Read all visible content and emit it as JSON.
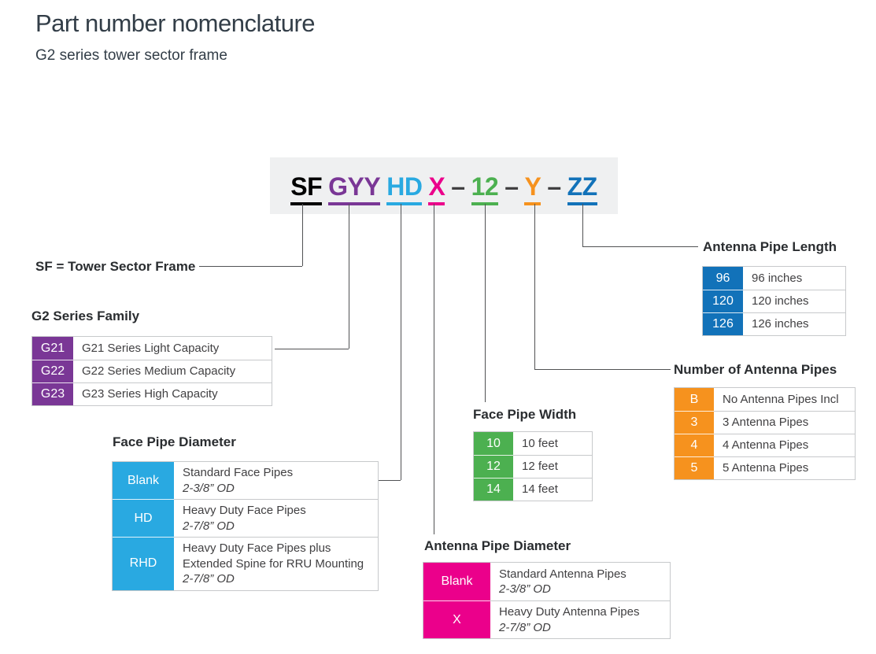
{
  "page": {
    "title": "Part number nomenclature",
    "subtitle": "G2 series tower sector frame"
  },
  "part_number": {
    "segments": [
      {
        "text": "SF",
        "color": "#000000",
        "underline": true
      },
      {
        "text": "GYY",
        "color": "#7A3796",
        "underline": true
      },
      {
        "text": "HD",
        "color": "#29A9E1",
        "underline": true
      },
      {
        "text": "X",
        "color": "#EB008B",
        "underline": true
      },
      {
        "text": "–",
        "color": "#414042",
        "underline": false
      },
      {
        "text": "12",
        "color": "#4CB050",
        "underline": true
      },
      {
        "text": "–",
        "color": "#414042",
        "underline": false
      },
      {
        "text": "Y",
        "color": "#F6921E",
        "underline": true
      },
      {
        "text": "–",
        "color": "#414042",
        "underline": false
      },
      {
        "text": "ZZ",
        "color": "#1272B9",
        "underline": true
      }
    ]
  },
  "callouts": {
    "sf_label": "SF = Tower Sector Frame"
  },
  "tables": {
    "g2_series_family": {
      "title": "G2 Series Family",
      "key_color": "#7A3796",
      "rows": [
        {
          "key": "G21",
          "desc": "G21 Series Light Capacity"
        },
        {
          "key": "G22",
          "desc": "G22 Series Medium Capacity"
        },
        {
          "key": "G23",
          "desc": "G23 Series High Capacity"
        }
      ]
    },
    "face_pipe_diameter": {
      "title": "Face Pipe Diameter",
      "key_color": "#29A9E1",
      "rows": [
        {
          "key": "Blank",
          "desc": "Standard Face Pipes",
          "note": "2-3/8” OD"
        },
        {
          "key": "HD",
          "desc": "Heavy Duty Face Pipes",
          "note": "2-7/8” OD"
        },
        {
          "key": "RHD",
          "desc": "Heavy Duty Face Pipes plus Extended Spine for RRU Mounting",
          "note": "2-7/8” OD"
        }
      ]
    },
    "face_pipe_width": {
      "title": "Face Pipe Width",
      "key_color": "#4CB050",
      "rows": [
        {
          "key": "10",
          "desc": "10 feet"
        },
        {
          "key": "12",
          "desc": "12 feet"
        },
        {
          "key": "14",
          "desc": "14 feet"
        }
      ]
    },
    "antenna_pipe_diameter": {
      "title": "Antenna Pipe Diameter",
      "key_color": "#EB008B",
      "rows": [
        {
          "key": "Blank",
          "desc": "Standard Antenna Pipes",
          "note": "2-3/8” OD"
        },
        {
          "key": "X",
          "desc": "Heavy Duty Antenna Pipes",
          "note": "2-7/8” OD"
        }
      ]
    },
    "number_of_antenna_pipes": {
      "title": "Number of Antenna Pipes",
      "key_color": "#F6921E",
      "rows": [
        {
          "key": "B",
          "desc": "No Antenna Pipes Incl"
        },
        {
          "key": "3",
          "desc": "3 Antenna Pipes"
        },
        {
          "key": "4",
          "desc": "4 Antenna Pipes"
        },
        {
          "key": "5",
          "desc": "5 Antenna Pipes"
        }
      ]
    },
    "antenna_pipe_length": {
      "title": "Antenna Pipe Length",
      "key_color": "#1272B9",
      "rows": [
        {
          "key": "96",
          "desc": "96 inches"
        },
        {
          "key": "120",
          "desc": "120 inches"
        },
        {
          "key": "126",
          "desc": "126 inches"
        }
      ]
    }
  }
}
